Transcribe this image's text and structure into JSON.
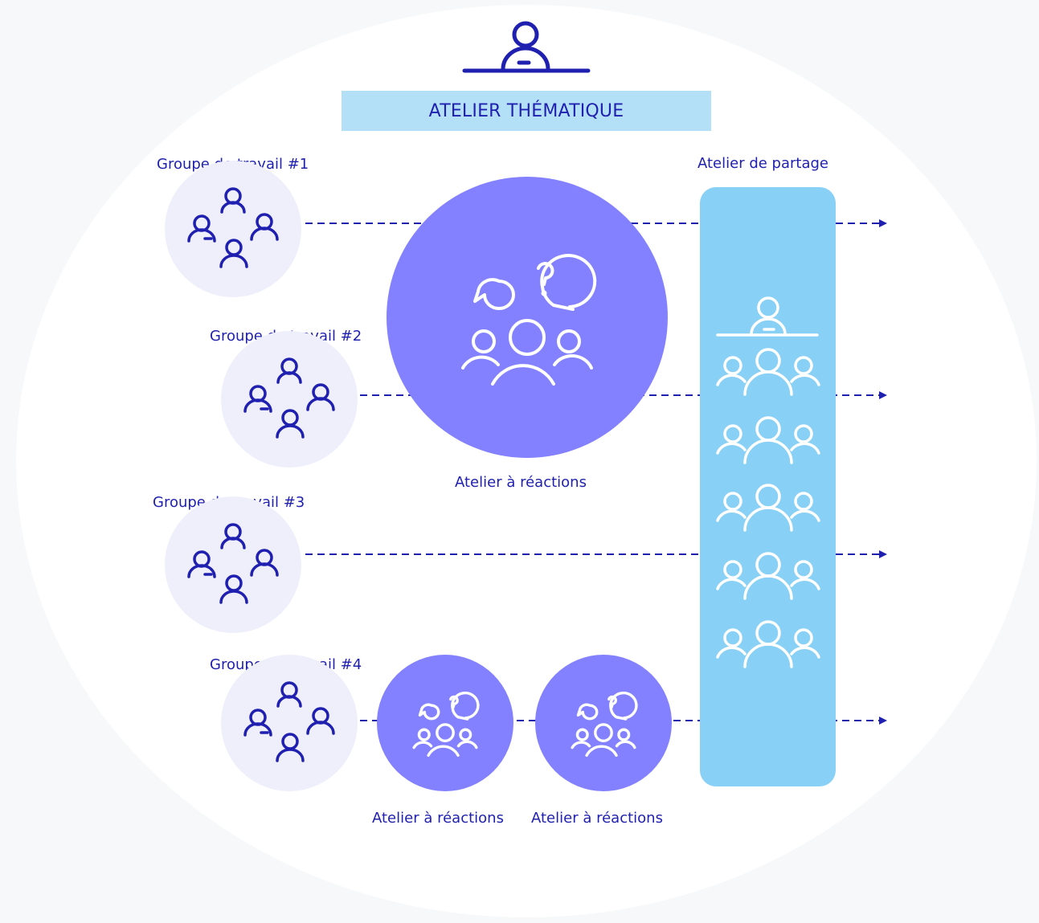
{
  "title": "ATELIER THÉMATIQUE",
  "groups": [
    {
      "label": "Groupe de travail #1"
    },
    {
      "label": "Groupe de travail #2"
    },
    {
      "label": "Groupe de travail #3"
    },
    {
      "label": "Groupe de travail #4"
    }
  ],
  "reaction_workshop": {
    "label": "Atelier à réactions"
  },
  "small_reaction_workshops": [
    {
      "label": "Atelier à réactions"
    },
    {
      "label": "Atelier à réactions"
    }
  ],
  "sharing_workshop": {
    "label": "Atelier de partage"
  },
  "colors": {
    "text": "#1f1fb0",
    "group_fill": "#efeffc",
    "reaction_fill": "#8381ff",
    "sharing_fill": "#88d0f5",
    "banner_fill": "#b3e0f7",
    "line": "#1f1fb0"
  },
  "icons": {
    "moderator": "moderator-icon",
    "group": "group-people-icon",
    "reaction": "chat-question-people-icon",
    "audience": "audience-icon",
    "arrow": "arrow-right-icon"
  }
}
